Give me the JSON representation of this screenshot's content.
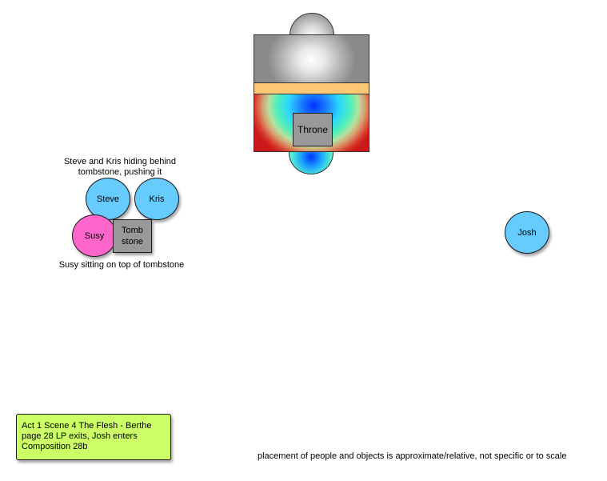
{
  "throne": {
    "label": "Throne"
  },
  "notes": {
    "hiding_line1": "Steve and Kris hiding behind",
    "hiding_line2": "tombstone, pushing it",
    "susy_sitting": "Susy sitting on top of tombstone"
  },
  "people": {
    "steve": "Steve",
    "kris": "Kris",
    "susy": "Susy",
    "josh": "Josh"
  },
  "tombstone": {
    "line1": "Tomb",
    "line2": "stone"
  },
  "info_box": {
    "line1": "Act 1 Scene 4 The Flesh - Berthe",
    "line2": "page 28 LP exits, Josh enters",
    "line3": "Composition 28b"
  },
  "disclaimer": "placement of people and objects is approximate/relative, not specific or to scale",
  "colors": {
    "person_blue": "#66ccff",
    "person_pink": "#ff66cc",
    "tombstone_gray": "#999999",
    "info_box_green": "#ccff66",
    "throne_band": "#fcc876"
  }
}
